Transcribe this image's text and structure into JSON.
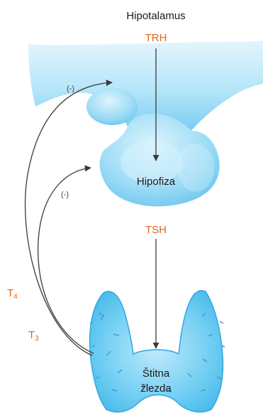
{
  "labels": {
    "hypothalamus": "Hipotalamus",
    "trh": "TRH",
    "pituitary": "Hipofiza",
    "tsh": "TSH",
    "thyroid_line1": "Štitna",
    "thyroid_line2": "žlezda",
    "negative_top": "(-)",
    "negative_mid": "(-)"
  },
  "hormones": {
    "t4": {
      "letter": "T",
      "sub": "4"
    },
    "t3": {
      "letter": "T",
      "sub": "3"
    }
  },
  "colors": {
    "organ_fill": "#8fd8f5",
    "organ_highlight": "#cdeefb",
    "organ_edge": "#4fb6e3",
    "hormone_text": "#e0661c",
    "arrow": "#3a3a3a"
  }
}
